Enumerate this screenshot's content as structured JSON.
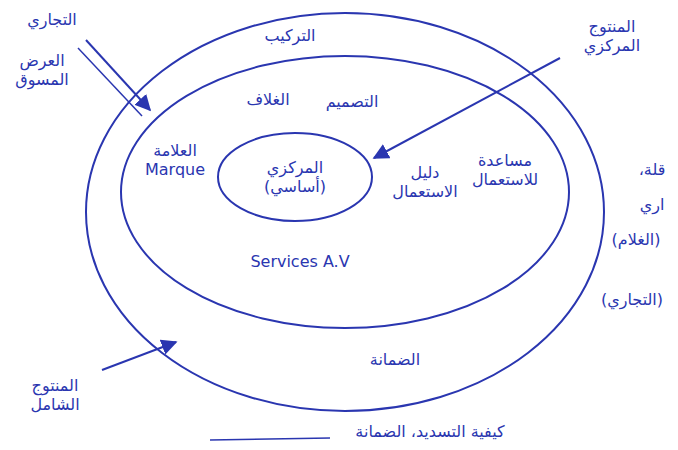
{
  "diagram": {
    "nodes": [
      {
        "text": [
          "التركيب",
          "الضمانة"
        ]
      },
      {
        "text": [
          "الغلاف",
          "التصميم",
          "العلامة Marque",
          "دليل الاستعمال",
          "مساعدة للاستعمال",
          "Services A.V"
        ],
        "in": 0
      },
      {
        "text": [
          "المركزي (أساسي)"
        ],
        "in": 1
      }
    ],
    "labels": [
      "التجاري",
      "العرض المسوق",
      "المنتوج المركزي",
      "المنتوج الشامل",
      "كيفية التسديد، الضمانة",
      "قلة،",
      "اري",
      "(الغلام)",
      "(التجاري)"
    ]
  }
}
